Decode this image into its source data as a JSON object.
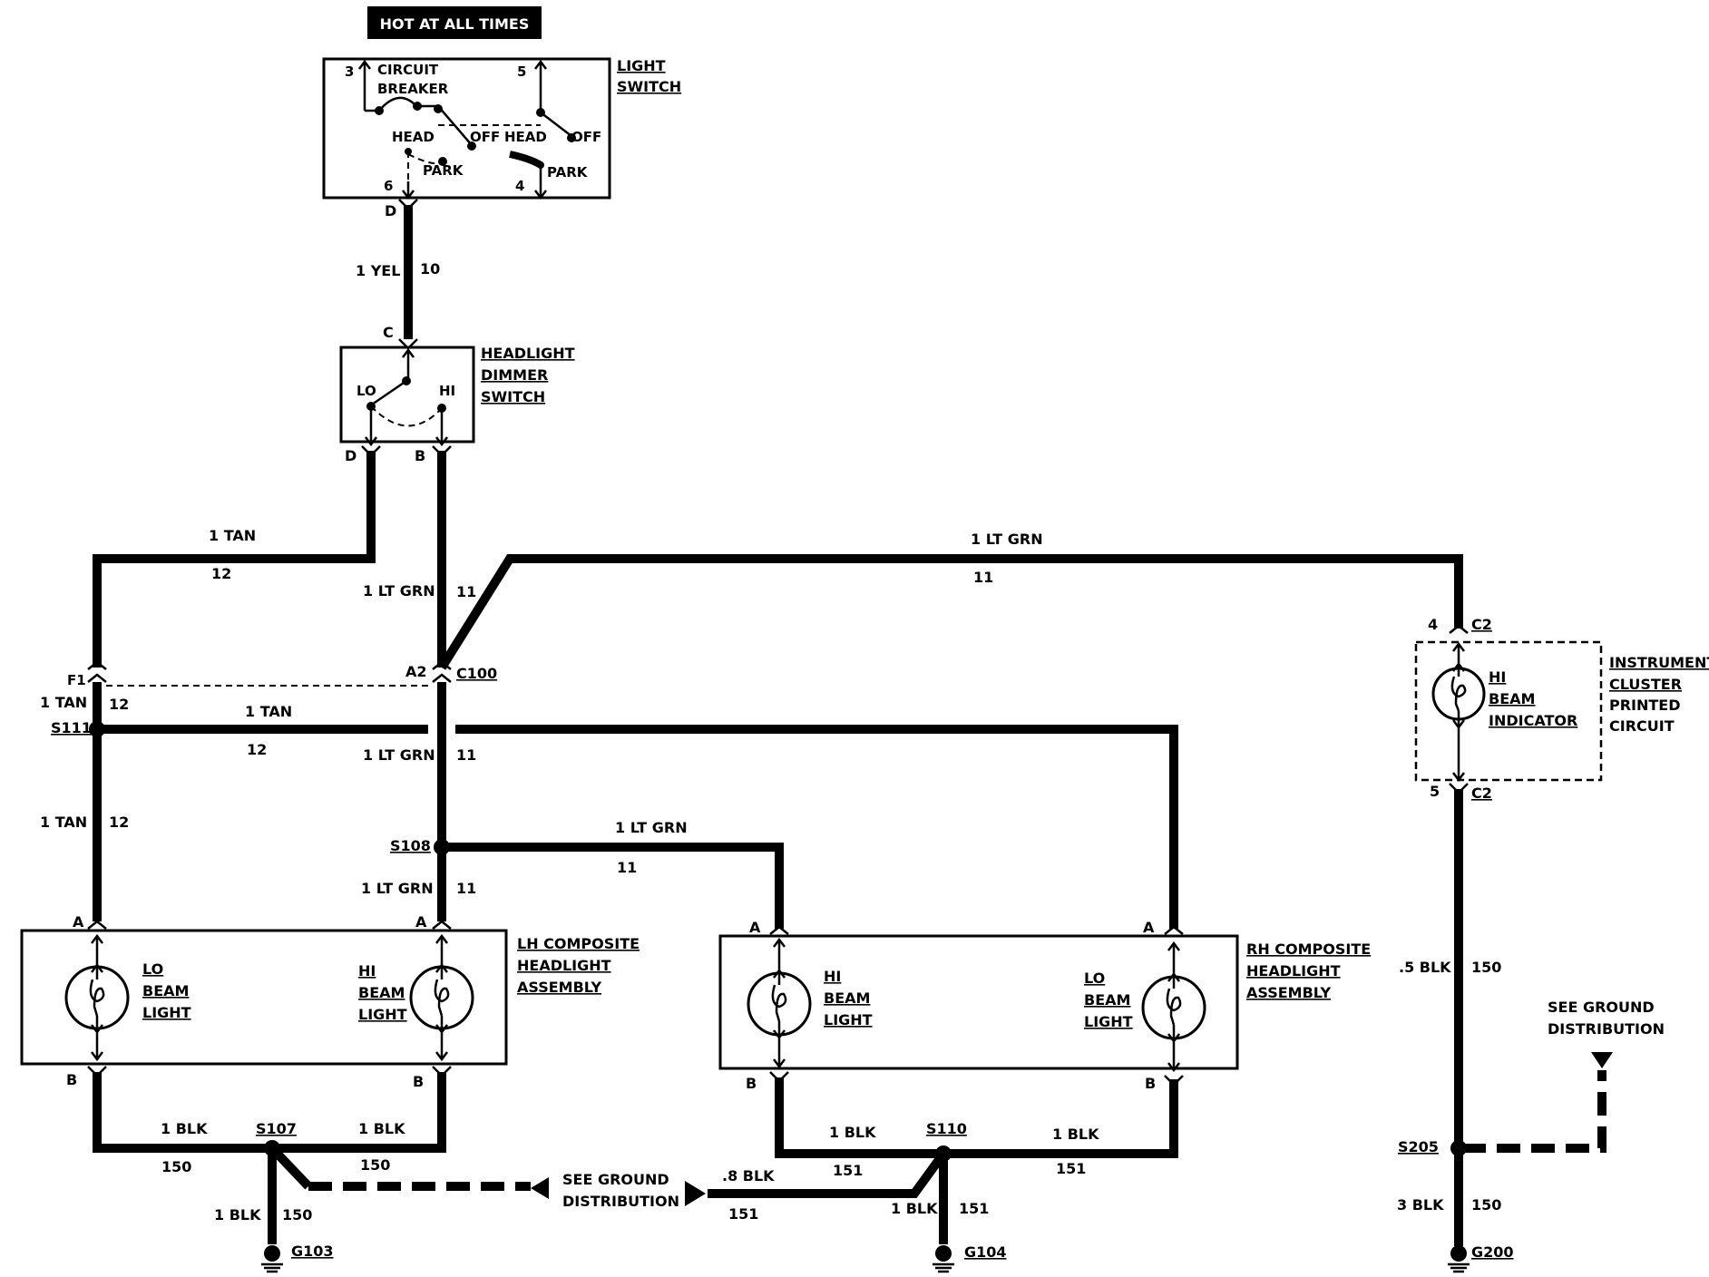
{
  "hot_label": "HOT AT ALL TIMES",
  "light_switch": {
    "title_1": "LIGHT",
    "title_2": "SWITCH",
    "breaker_1": "CIRCUIT",
    "breaker_2": "BREAKER",
    "term_3": "3",
    "term_5": "5",
    "term_6": "6",
    "term_4": "4",
    "head_left": "HEAD",
    "off_left": "OFF",
    "park_left": "PARK",
    "head_right": "HEAD",
    "off_right": "OFF",
    "park_right": "PARK"
  },
  "dimmer": {
    "title_1": "HEADLIGHT",
    "title_2": "DIMMER",
    "title_3": "SWITCH",
    "lo": "LO",
    "hi": "HI"
  },
  "connectors": {
    "d_top": "D",
    "c": "C",
    "d_dim": "D",
    "b_dim": "B",
    "f1": "F1",
    "a2": "A2",
    "c100": "C100",
    "c2_top": "C2",
    "c2_bot": "C2",
    "pin4": "4",
    "pin5": "5",
    "lh_a1": "A",
    "lh_a2": "A",
    "lh_b1": "B",
    "lh_b2": "B",
    "rh_a1": "A",
    "rh_a2": "A",
    "rh_b1": "B",
    "rh_b2": "B"
  },
  "wires": {
    "yel_color": "1 YEL",
    "yel_circuit": "10",
    "tan_top_color": "1 TAN",
    "tan_top_circuit": "12",
    "ltgrn_top_color": "1 LT GRN",
    "ltgrn_top_circuit": "11",
    "ltgrn_dim_color": "1 LT GRN",
    "ltgrn_dim_circuit": "11",
    "tan_f1_color": "1 TAN",
    "tan_f1_circuit": "12",
    "tan_s111_color": "1 TAN",
    "tan_s111_circuit": "12",
    "ltgrn_c100_color": "1 LT GRN",
    "ltgrn_c100_circuit": "11",
    "tan_low_color": "1 TAN",
    "tan_low_circuit": "12",
    "ltgrn_s108_color": "1 LT GRN",
    "ltgrn_s108_circuit": "11",
    "ltgrn_low_color": "1 LT GRN",
    "ltgrn_low_circuit": "11",
    "blk_lh_left_color": "1 BLK",
    "blk_lh_left_circuit": "150",
    "blk_lh_right_color": "1 BLK",
    "blk_lh_right_circuit": "150",
    "blk_g103_color": "1 BLK",
    "blk_g103_circuit": "150",
    "blk_rh_left_color": "1 BLK",
    "blk_rh_left_circuit": "151",
    "blk_rh_right_color": "1 BLK",
    "blk_rh_right_circuit": "151",
    "blk_08_color": ".8 BLK",
    "blk_08_circuit": "151",
    "blk_g104_color": "1 BLK",
    "blk_g104_circuit": "151",
    "blk_05_color": ".5 BLK",
    "blk_05_circuit": "150",
    "blk_3_color": "3 BLK",
    "blk_3_circuit": "150"
  },
  "splices": {
    "s111": "S111",
    "s108": "S108",
    "s107": "S107",
    "s110": "S110",
    "s205": "S205"
  },
  "grounds": {
    "g103": "G103",
    "g104": "G104",
    "g200": "G200"
  },
  "lh_assembly": {
    "title_1": "LH COMPOSITE",
    "title_2": "HEADLIGHT",
    "title_3": "ASSEMBLY",
    "lo_1": "LO",
    "lo_2": "BEAM",
    "lo_3": "LIGHT",
    "hi_1": "HI",
    "hi_2": "BEAM",
    "hi_3": "LIGHT"
  },
  "rh_assembly": {
    "title_1": "RH COMPOSITE",
    "title_2": "HEADLIGHT",
    "title_3": "ASSEMBLY",
    "hi_1": "HI",
    "hi_2": "BEAM",
    "hi_3": "LIGHT",
    "lo_1": "LO",
    "lo_2": "BEAM",
    "lo_3": "LIGHT"
  },
  "cluster": {
    "title_1": "INSTRUMENT",
    "title_2": "CLUSTER",
    "title_3": "PRINTED",
    "title_4": "CIRCUIT",
    "ind_1": "HI",
    "ind_2": "BEAM",
    "ind_3": "INDICATOR"
  },
  "ground_dist": {
    "left_1": "SEE GROUND",
    "left_2": "DISTRIBUTION",
    "right_1": "SEE GROUND",
    "right_2": "DISTRIBUTION"
  }
}
